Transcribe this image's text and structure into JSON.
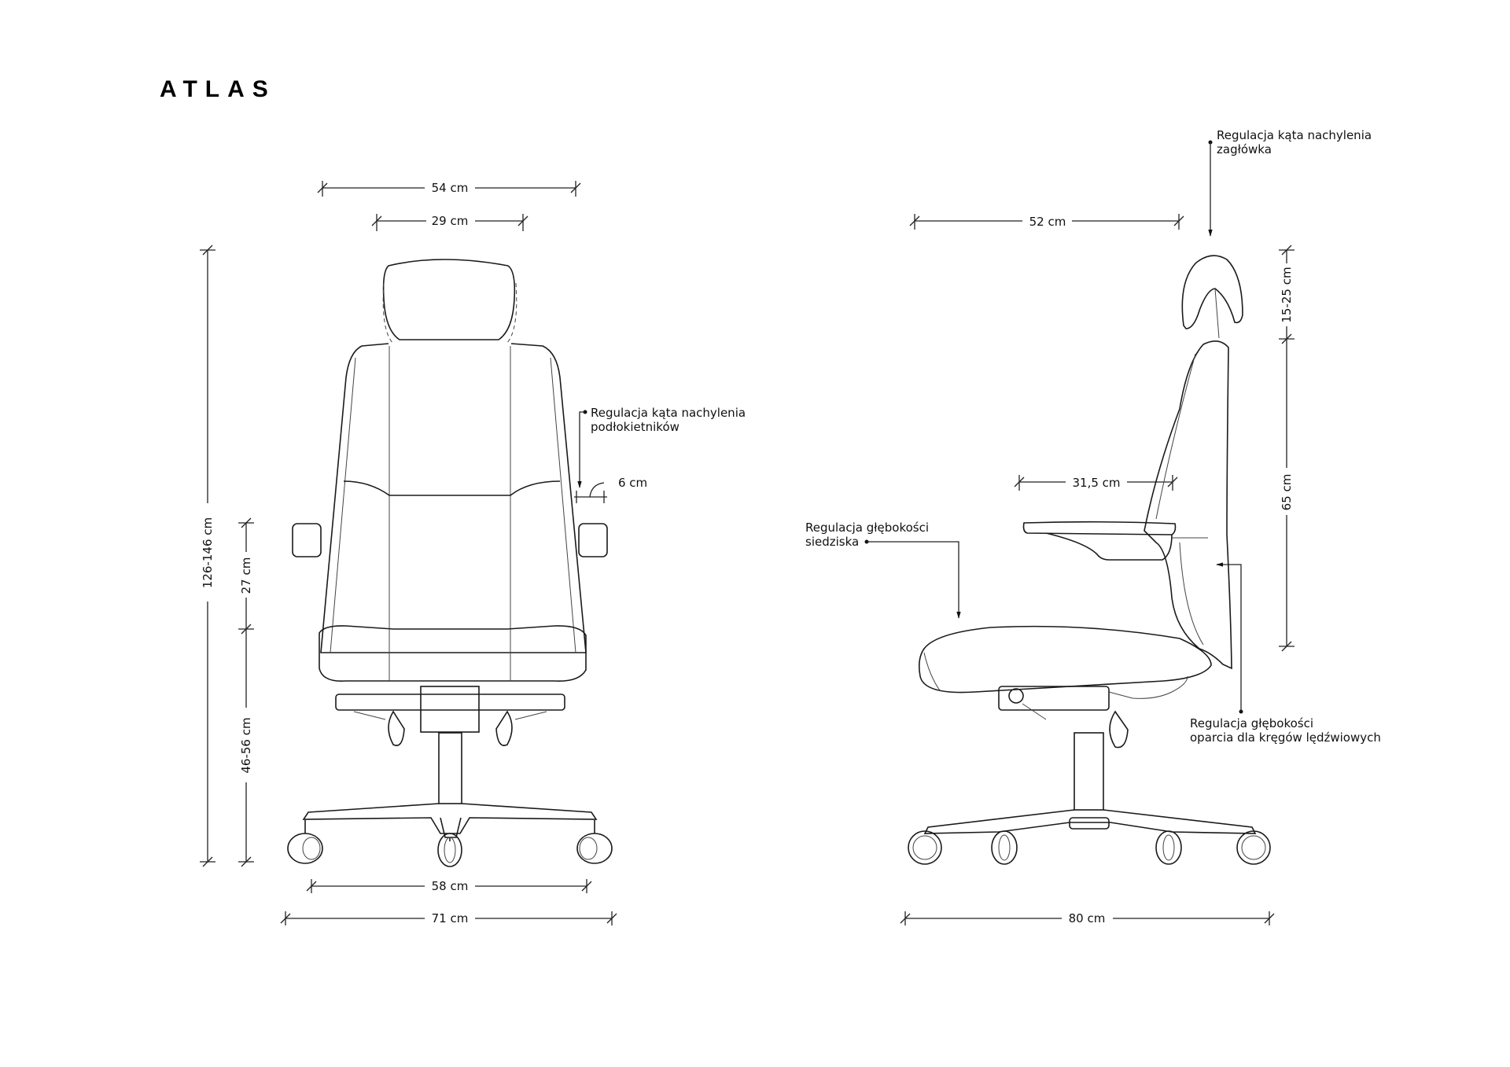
{
  "brand": "ATLAS",
  "front_view": {
    "overall_width": "54 cm",
    "headrest_width": "29 cm",
    "total_height": "126-146 cm",
    "armrest_height": "27 cm",
    "seat_height": "46-56 cm",
    "wheelbase_inner": "58 cm",
    "wheelbase_outer": "71 cm",
    "armrest_offset": "6 cm",
    "armrest_annotation": [
      "Regulacja kąta nachylenia",
      "podłokietników"
    ]
  },
  "side_view": {
    "depth_top": "52 cm",
    "headrest_height": "15-25 cm",
    "backrest_height": "65 cm",
    "armrest_length": "31,5 cm",
    "base_depth": "80 cm",
    "headrest_annotation": [
      "Regulacja kąta nachylenia",
      "zagłówka"
    ],
    "seat_annotation": [
      "Regulacja głębokości",
      "siedziska"
    ],
    "lumbar_annotation": [
      "Regulacja głębokości",
      "oparcia dla kręgów lędźwiowych"
    ]
  }
}
